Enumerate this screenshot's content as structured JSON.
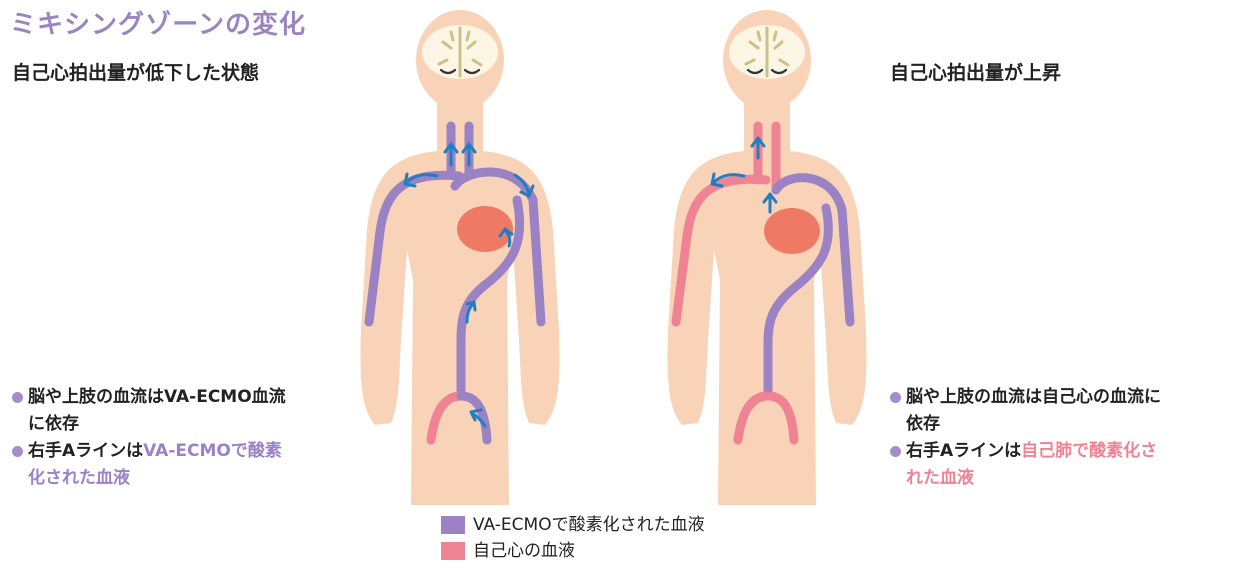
{
  "title": "ミキシングゾーンの変化",
  "colors": {
    "title": "#9b84bf",
    "purple": "#9a82c4",
    "pink": "#ef8393",
    "skin": "#f9d3b8",
    "heart": "#ee7a66",
    "brain": "#fdf6e5",
    "arrow": "#1f7fc0",
    "bullet": "#a58dc9"
  },
  "left_panel": {
    "subtitle": "自己心拍出量が低下した状態",
    "bullets": [
      {
        "lines": [
          "脳や上肢の血流はVA-ECMO血流",
          "に依存"
        ]
      },
      {
        "prefix": "右手Aラインは",
        "highlight_line1": "VA-ECMOで酸素",
        "highlight_line2": "化された血液"
      }
    ]
  },
  "right_panel": {
    "subtitle": "自己心拍出量が上昇",
    "bullets": [
      {
        "lines": [
          "脳や上肢の血流は自己心の血流に",
          "依存"
        ]
      },
      {
        "prefix": "右手Aラインは",
        "highlight_line1": "自己肺で酸素化さ",
        "highlight_line2": "れた血液"
      }
    ]
  },
  "legend": [
    {
      "label": "VA-ECMOで酸素化された血液",
      "color": "#9a82c4"
    },
    {
      "label": "自己心の血液",
      "color": "#ef8393"
    }
  ]
}
